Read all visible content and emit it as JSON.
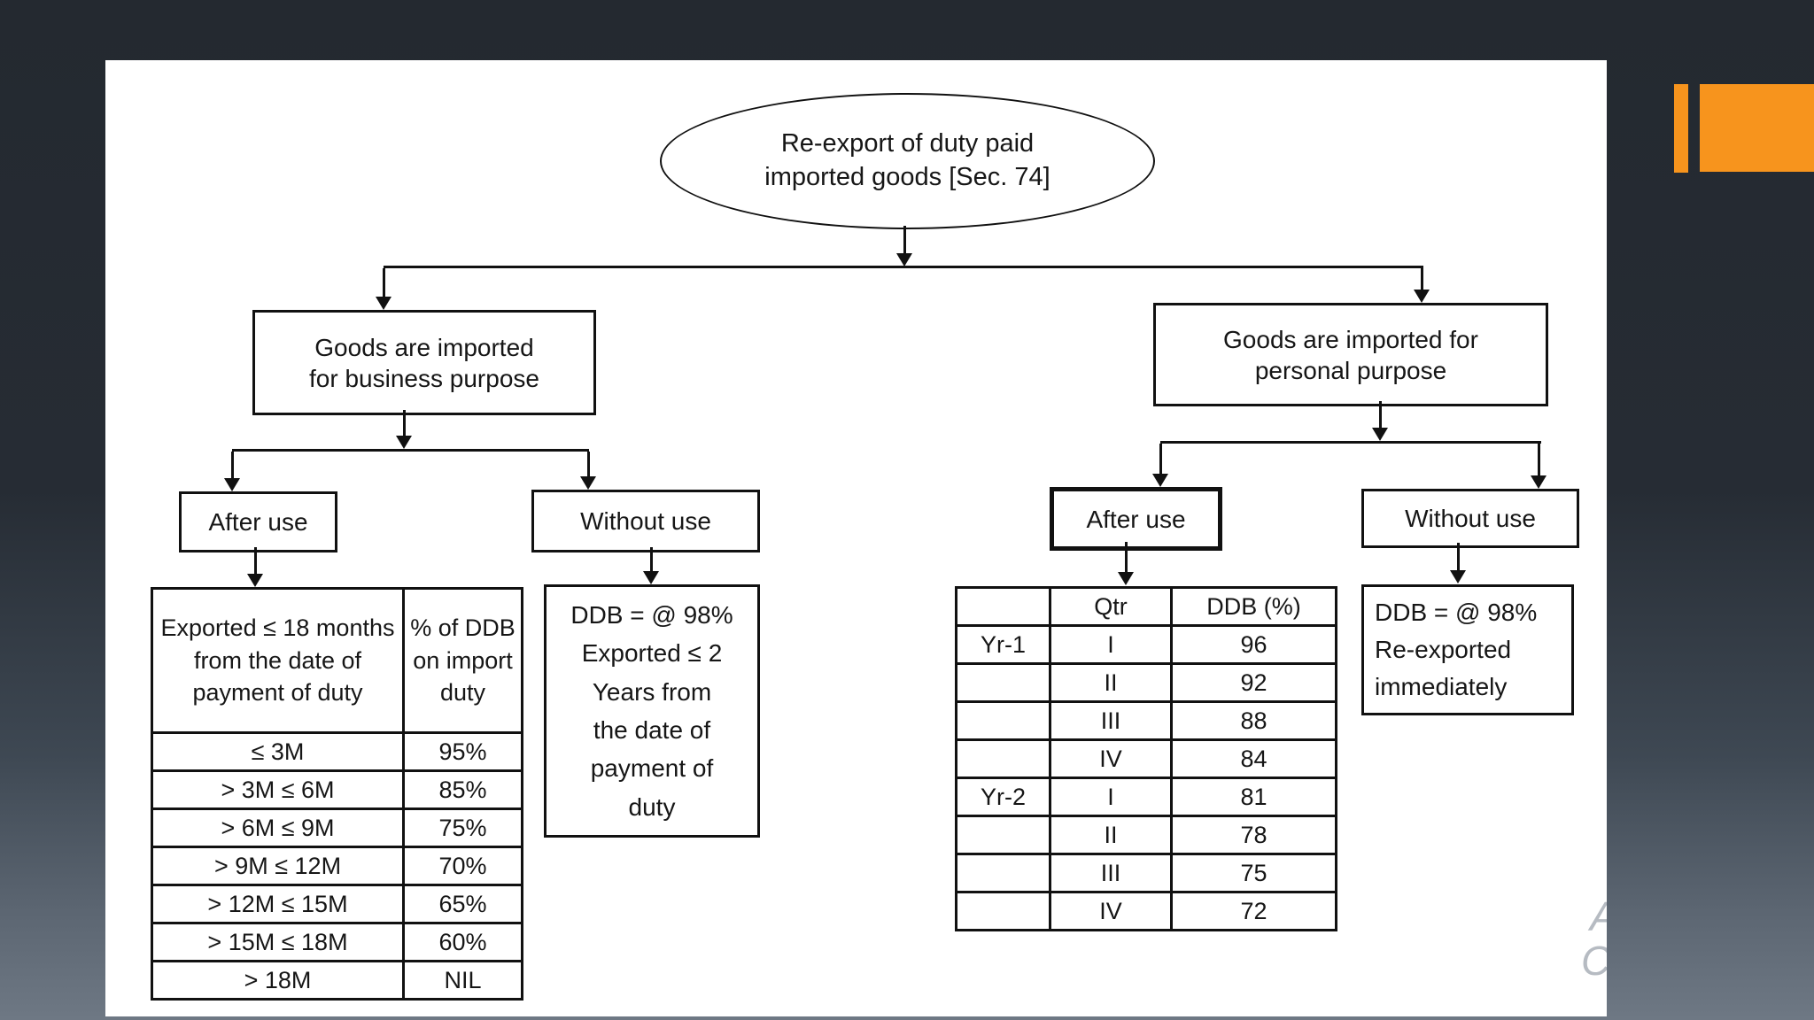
{
  "accent_color": "#F7941D",
  "diagram": {
    "root": {
      "lines": [
        "Re-export of duty paid",
        "imported goods [Sec. 74]"
      ]
    },
    "business": {
      "purpose_lines": [
        "Goods are imported",
        "for business purpose"
      ],
      "after_use": "After use",
      "without_use": "Without use",
      "table": {
        "header": [
          "Exported ≤ 18 months from the date of payment of duty",
          "% of DDB on import duty"
        ],
        "rows": [
          [
            "≤ 3M",
            "95%"
          ],
          [
            "> 3M ≤ 6M",
            "85%"
          ],
          [
            "> 6M ≤ 9M",
            "75%"
          ],
          [
            "> 9M ≤ 12M",
            "70%"
          ],
          [
            "> 12M ≤ 15M",
            "65%"
          ],
          [
            "> 15M ≤ 18M",
            "60%"
          ],
          [
            "> 18M",
            "NIL"
          ]
        ]
      },
      "ddb_lines": [
        "DDB = @ 98%",
        "Exported ≤ 2",
        "Years from",
        "the date of",
        "payment of",
        "duty"
      ]
    },
    "personal": {
      "purpose_lines": [
        "Goods are imported for",
        "personal purpose"
      ],
      "after_use": "After use",
      "without_use": "Without use",
      "table": {
        "header": [
          "",
          "Qtr",
          "DDB (%)"
        ],
        "rows": [
          [
            "Yr-1",
            "I",
            "96"
          ],
          [
            "",
            "II",
            "92"
          ],
          [
            "",
            "III",
            "88"
          ],
          [
            "",
            "IV",
            "84"
          ],
          [
            "Yr-2",
            "I",
            "81"
          ],
          [
            "",
            "II",
            "78"
          ],
          [
            "",
            "III",
            "75"
          ],
          [
            "",
            "IV",
            "72"
          ]
        ]
      },
      "ddb_lines": [
        "DDB = @ 98%",
        "Re-exported",
        "immediately"
      ]
    },
    "watermark": [
      "A",
      "C"
    ]
  }
}
